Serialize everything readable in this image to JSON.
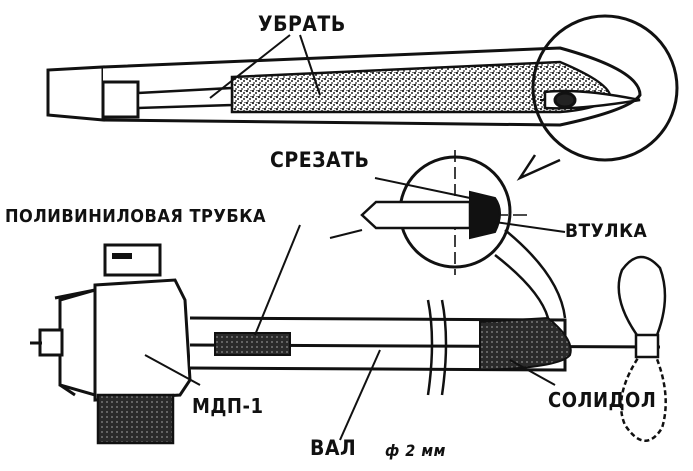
{
  "labels": {
    "remove": "УБРАТЬ",
    "cut": "СРЕЗАТЬ",
    "pvc_tube": "ПОЛИВИНИЛОВАЯ ТРУБКА",
    "bushing": "ВТУЛКА",
    "motor": "МДП-1",
    "grease": "СОЛИДОЛ",
    "shaft": "ВАЛ",
    "diameter": "ф 2 мм"
  },
  "colors": {
    "ink": "#111111",
    "paper": "#ffffff",
    "stipple": "#555555"
  }
}
